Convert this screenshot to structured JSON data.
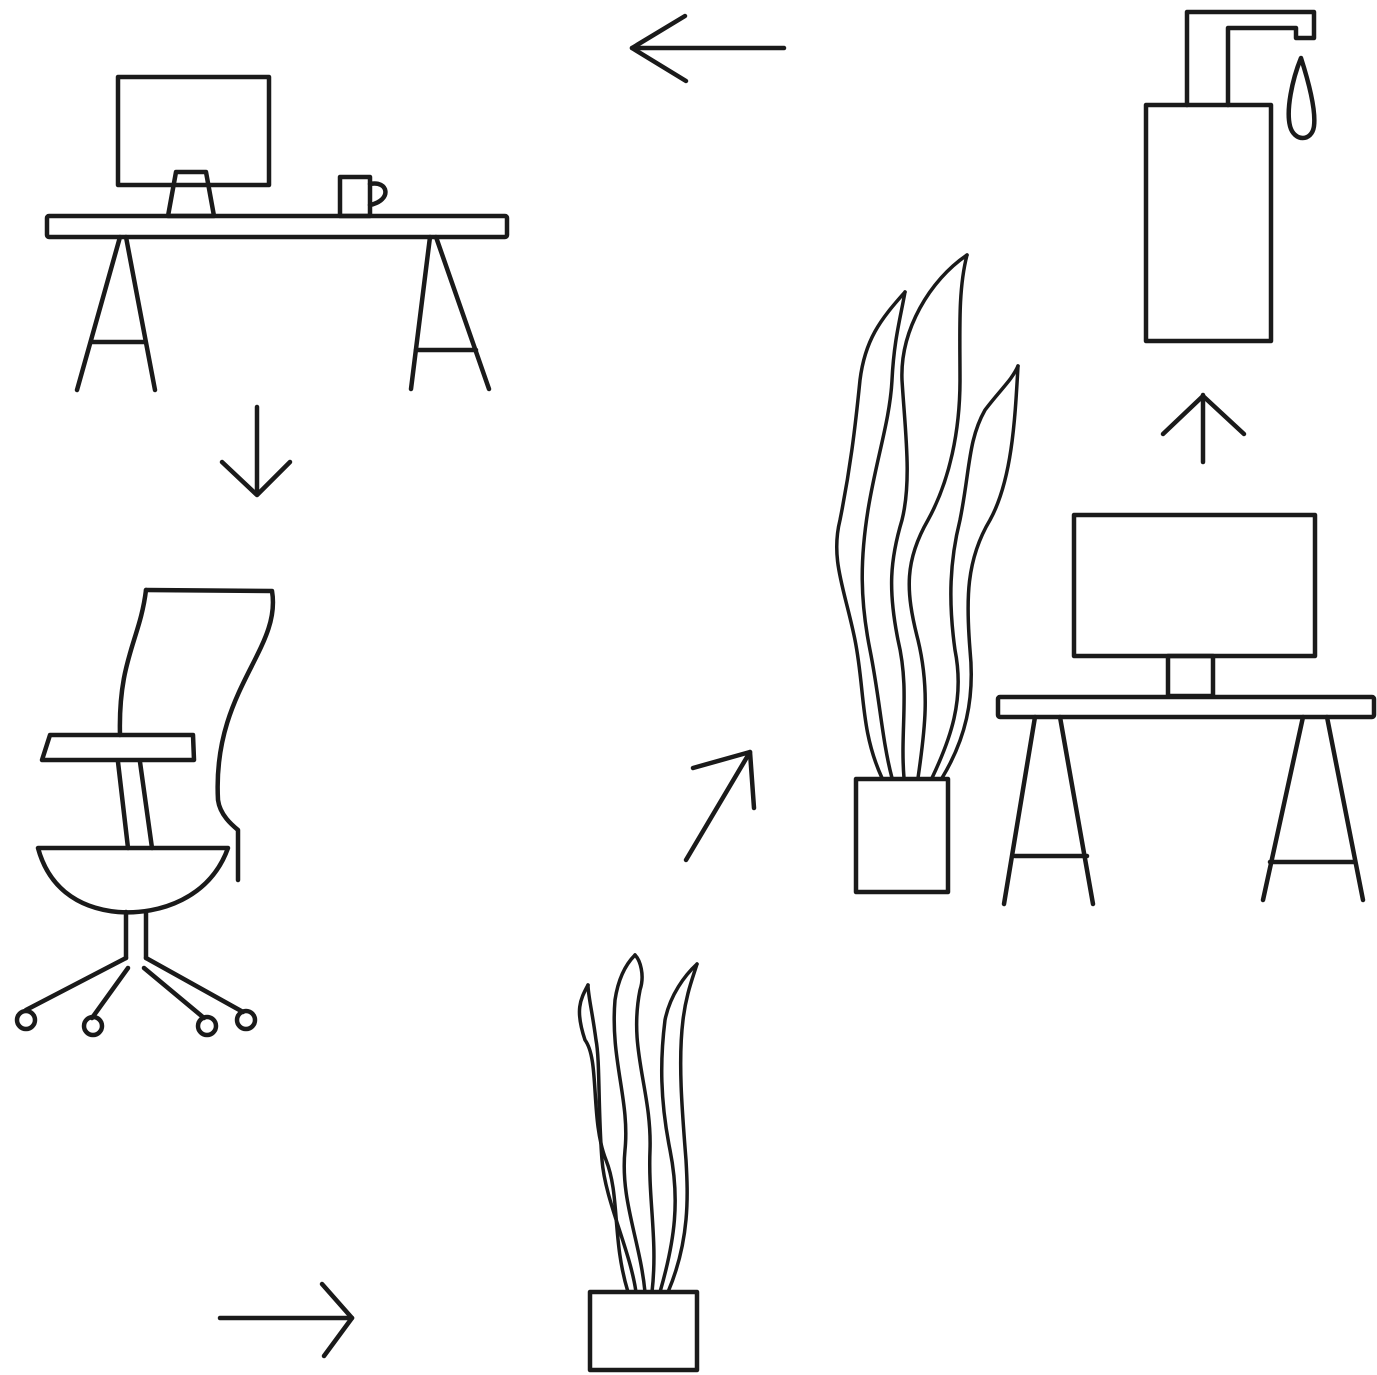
{
  "colors": {
    "ink": "#1a1a1a",
    "paper": "#ffffff",
    "dots": "#1a1a1a"
  },
  "items": [
    {
      "id": "desk-with-monitor-and-mug",
      "icon": "desk-icon"
    },
    {
      "id": "office-chair",
      "icon": "office-chair-icon"
    },
    {
      "id": "small-potted-plant",
      "icon": "potted-plant-icon"
    },
    {
      "id": "tall-potted-plant",
      "icon": "potted-plant-icon"
    },
    {
      "id": "desk-with-monitor",
      "icon": "desk-icon"
    },
    {
      "id": "soap-dispenser",
      "icon": "soap-dispenser-icon"
    }
  ],
  "arrows": [
    {
      "id": "arrow-desk-to-chair",
      "direction": "down"
    },
    {
      "id": "arrow-chair-to-small-plant",
      "direction": "right"
    },
    {
      "id": "arrow-small-plant-to-tall-plant",
      "direction": "up-right"
    },
    {
      "id": "arrow-desk-to-dispenser",
      "direction": "up"
    },
    {
      "id": "arrow-dispenser-to-first-desk",
      "direction": "left"
    }
  ]
}
